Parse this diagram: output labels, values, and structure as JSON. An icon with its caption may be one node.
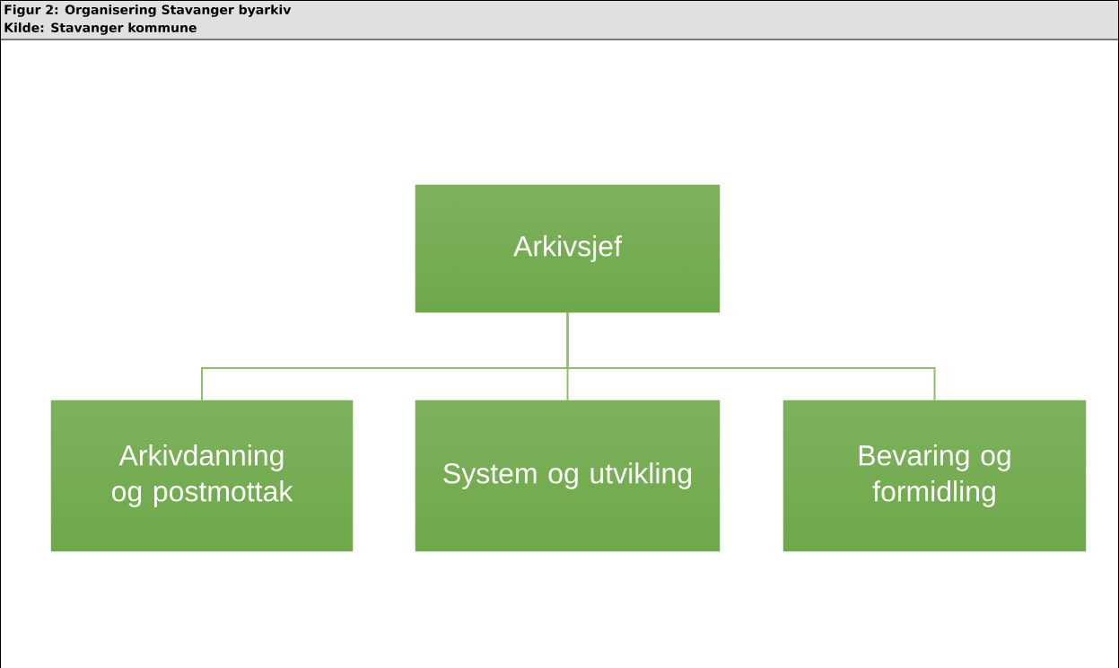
{
  "diagram": {
    "title": "Figur 2: Organisering Stavanger byarkiv",
    "caption": "Kilde: Stavanger kommune",
    "nodes": [
      {
        "text": [
          "Arkivsjef"
        ]
      },
      {
        "text": [
          "Arkivdanning og postmottak"
        ]
      },
      {
        "text": [
          "System og utvikling"
        ]
      },
      {
        "text": [
          "Bevaring og formidling"
        ]
      }
    ],
    "edges": [
      {
        "from": 0,
        "to": 1,
        "arrow": "none"
      },
      {
        "from": 0,
        "to": 2,
        "arrow": "none"
      },
      {
        "from": 0,
        "to": 3,
        "arrow": "none"
      }
    ]
  }
}
